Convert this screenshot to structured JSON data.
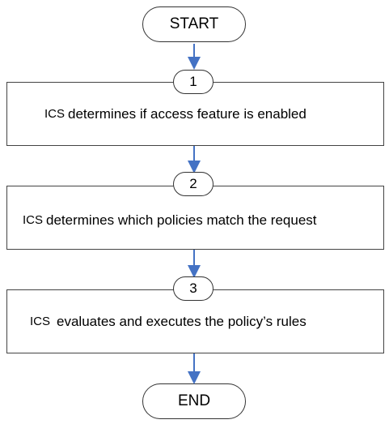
{
  "start_label": "START",
  "end_label": "END",
  "steps": [
    {
      "number": "1",
      "prefix": "ICS",
      "text": "determines if access feature is enabled"
    },
    {
      "number": "2",
      "prefix": "ICS",
      "text": "determines which policies match the request"
    },
    {
      "number": "3",
      "prefix": "ICS",
      "text": "evaluates and executes the policy’s rules"
    }
  ],
  "colors": {
    "arrow": "#4472C4",
    "border": "#333333"
  }
}
